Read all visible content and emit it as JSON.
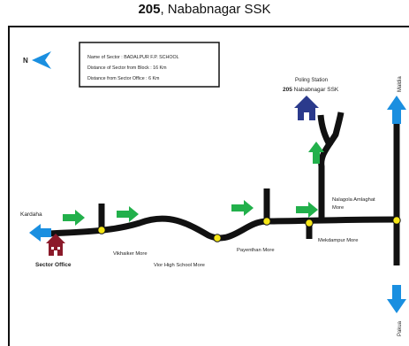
{
  "title": {
    "number": "205",
    "name": ", Nababnagar SSK"
  },
  "north": {
    "label": "N"
  },
  "info_box": {
    "sector_label": "Name of Sector : BADALPUR F.P. SCHOOL",
    "block_label": "Distance of Sector from Block : 16 Km",
    "office_label": "Distance from Sector Office : 6 Km"
  },
  "polling_station": {
    "line1": "Poling Station",
    "number": "205",
    "name": " Nababnagar SSK"
  },
  "places": {
    "kardaha": "Kardaha",
    "sector_office": "Sector Office",
    "vikhaiker_more": "Vikhaiker More",
    "vior_high_school_more": "Vior High School More",
    "payenthan_more": "Payenthan More",
    "mekdampur_more": "Mekdampur More",
    "nalagola_line1": "Nalagola Amlaghat",
    "nalagola_line2": "More",
    "maldia": "Maldia",
    "pakua": "Pakua"
  },
  "colors": {
    "road": "#111111",
    "arrow_green": "#22b04b",
    "arrow_blue": "#1a8fe0",
    "junction": "#f5e616",
    "sector_office_icon": "#8b1a2a",
    "polling_icon": "#2b3a8c"
  }
}
